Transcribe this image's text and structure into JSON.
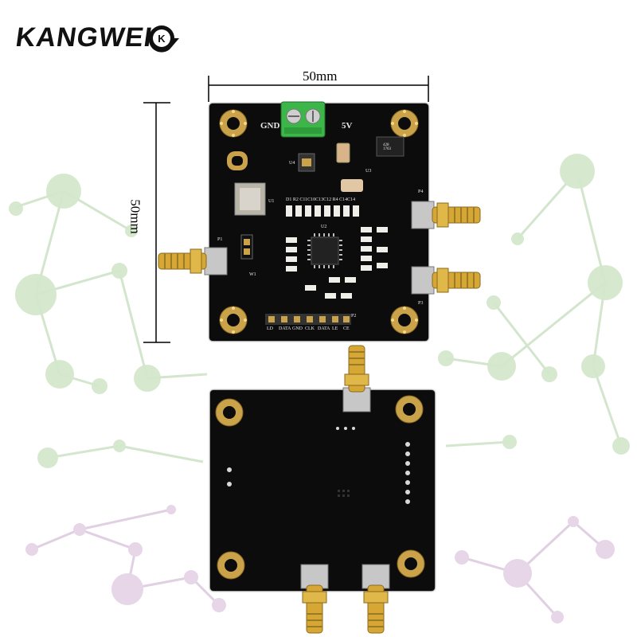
{
  "brand": {
    "name": "KANGWEI",
    "logo_letters": "K"
  },
  "dimensions": {
    "width_label": "50mm",
    "height_label": "50mm"
  },
  "board_front": {
    "labels": {
      "gnd": "GND",
      "v5": "5V",
      "p1": "P1",
      "w1": "W1",
      "p2": "P2",
      "p3": "P3",
      "p4": "P4",
      "u1": "U1",
      "u2": "U2",
      "u3": "U3",
      "u4": "U4",
      "ic_marking": "428\n1763",
      "cap_row": "D1 R2 C11C10C13C12 R4 C14C14",
      "header_pins": [
        "LD",
        "DATA",
        "GND",
        "CLK",
        "DATA",
        "LE",
        "CE"
      ]
    }
  },
  "colors": {
    "board": "#0c0c0c",
    "gold": "#d6a735",
    "terminal": "#3cb648",
    "pad": "#c9a24a"
  }
}
